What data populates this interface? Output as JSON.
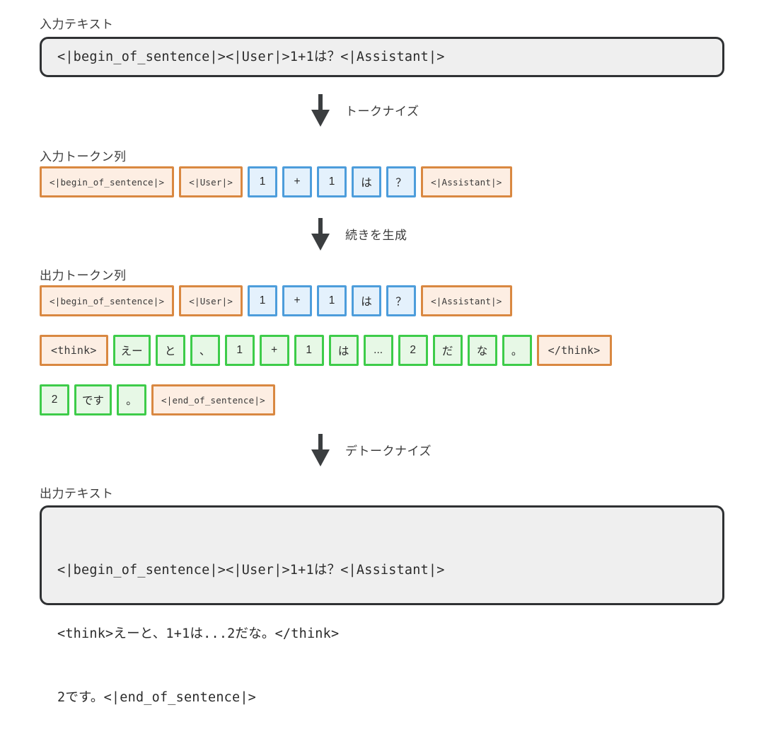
{
  "colors": {
    "special_border": "#d98841",
    "special_fill": "#fdeee3",
    "blue_border": "#4d9ddb",
    "blue_fill": "#e4f1fc",
    "green_border": "#3ecc4a",
    "green_fill": "#e7f8e6",
    "box_border": "#2f3133",
    "box_fill": "#efefef",
    "arrow": "#3b3e40",
    "text": "#3b3b3b"
  },
  "sections": {
    "input_text_caption": "入力テキスト",
    "input_tokens_caption": "入力トークン列",
    "output_tokens_caption": "出力トークン列",
    "output_text_caption": "出力テキスト"
  },
  "input_text": {
    "line1": "<|begin_of_sentence|><|User|>1+1は？<|Assistant|>"
  },
  "output_text": {
    "line1": "<|begin_of_sentence|><|User|>1+1は？<|Assistant|>",
    "line2": "<think>えーと、1+1は...2だな。</think>",
    "line3": "2です。<|end_of_sentence|>"
  },
  "arrows": [
    {
      "label": "トークナイズ"
    },
    {
      "label": "続きを生成"
    },
    {
      "label": "デトークナイズ"
    }
  ],
  "input_tokens": [
    {
      "text": "<|begin_of_sentence|>",
      "kind": "special"
    },
    {
      "text": "<|User|>",
      "kind": "special"
    },
    {
      "text": "1",
      "kind": "blue"
    },
    {
      "text": "+",
      "kind": "blue"
    },
    {
      "text": "1",
      "kind": "blue"
    },
    {
      "text": "は",
      "kind": "blue"
    },
    {
      "text": "？",
      "kind": "blue"
    },
    {
      "text": "<|Assistant|>",
      "kind": "special"
    }
  ],
  "output_tokens_row1": [
    {
      "text": "<|begin_of_sentence|>",
      "kind": "special"
    },
    {
      "text": "<|User|>",
      "kind": "special"
    },
    {
      "text": "1",
      "kind": "blue"
    },
    {
      "text": "+",
      "kind": "blue"
    },
    {
      "text": "1",
      "kind": "blue"
    },
    {
      "text": "は",
      "kind": "blue"
    },
    {
      "text": "？",
      "kind": "blue"
    },
    {
      "text": "<|Assistant|>",
      "kind": "special"
    }
  ],
  "output_tokens_row2": [
    {
      "text": "<think>",
      "kind": "special-think"
    },
    {
      "text": "えー",
      "kind": "green"
    },
    {
      "text": "と",
      "kind": "green"
    },
    {
      "text": "、",
      "kind": "green"
    },
    {
      "text": "1",
      "kind": "green"
    },
    {
      "text": "+",
      "kind": "green"
    },
    {
      "text": "1",
      "kind": "green"
    },
    {
      "text": "は",
      "kind": "green"
    },
    {
      "text": "...",
      "kind": "green"
    },
    {
      "text": "2",
      "kind": "green"
    },
    {
      "text": "だ",
      "kind": "green"
    },
    {
      "text": "な",
      "kind": "green"
    },
    {
      "text": "。",
      "kind": "green"
    },
    {
      "text": "</think>",
      "kind": "special-think"
    }
  ],
  "output_tokens_row3": [
    {
      "text": "2",
      "kind": "green"
    },
    {
      "text": "です",
      "kind": "green"
    },
    {
      "text": "。",
      "kind": "green"
    },
    {
      "text": "<|end_of_sentence|>",
      "kind": "special"
    }
  ]
}
